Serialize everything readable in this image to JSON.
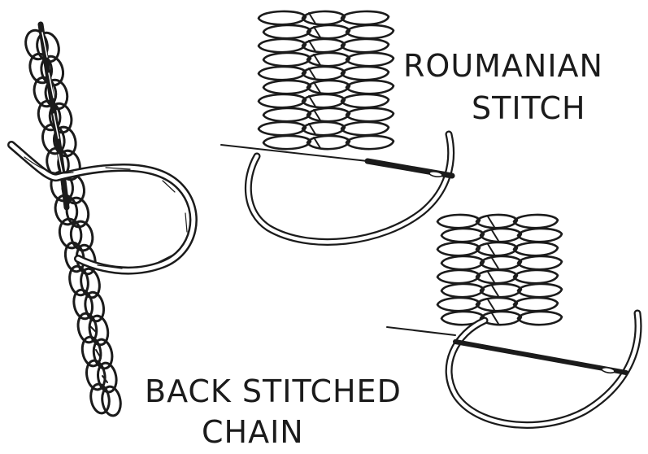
{
  "labels": {
    "roumanian_line1": "ROUMANIAN",
    "roumanian_line2": "STITCH",
    "back_stitched_line1": "BACK STITCHED",
    "back_stitched_line2": "CHAIN"
  },
  "colors": {
    "ink": "#1b1b1b",
    "paper": "#ffffff"
  },
  "illustrations": [
    "back-stitched-chain",
    "roumanian-stitch-upper",
    "roumanian-stitch-lower"
  ]
}
